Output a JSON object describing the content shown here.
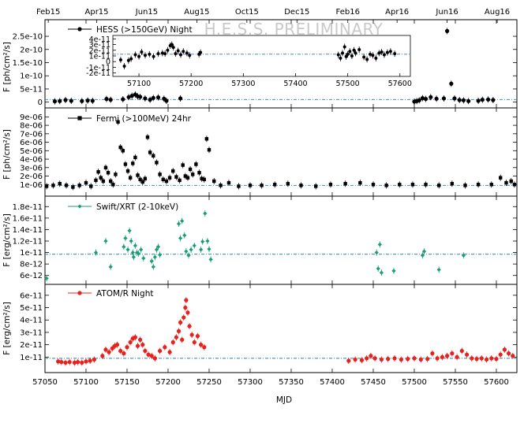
{
  "chart_data": {
    "type": "scatter",
    "x_axis": {
      "label": "MJD",
      "range": [
        57050,
        57625
      ],
      "ticks": [
        57050,
        57100,
        57150,
        57200,
        57250,
        57300,
        57350,
        57400,
        57450,
        57500,
        57550,
        57600
      ]
    },
    "top_axis": {
      "labels": [
        "Feb15",
        "Apr15",
        "Jun15",
        "Aug15",
        "Oct15",
        "Dec15",
        "Feb16",
        "Apr16",
        "Jun16",
        "Aug16"
      ],
      "positions": [
        57054,
        57113,
        57174,
        57235,
        57296,
        57357,
        57419,
        57479,
        57540,
        57601
      ]
    },
    "watermark": "H.E.S.S. PRELIMINARY",
    "panels": [
      {
        "name": "hess",
        "ylabel": "F [ph/cm²/s]",
        "legend": "HESS (>150GeV) Night",
        "color": "#000000",
        "marker": "circle",
        "ylim": [
          -1e-11,
          2.95e-10
        ],
        "yticks": [
          0,
          5e-11,
          1e-10,
          1.5e-10,
          2e-10,
          2.5e-10
        ],
        "ytick_labels": [
          "0",
          "5e-11",
          "1e-10",
          "1.5e-10",
          "2e-10",
          "2.5e-10"
        ],
        "reference_level": 1e-11,
        "x": [
          57062,
          57068,
          57075,
          57082,
          57095,
          57102,
          57108,
          57125,
          57130,
          57145,
          57152,
          57156,
          57160,
          57163,
          57166,
          57172,
          57178,
          57182,
          57188,
          57195,
          57198,
          57215,
          57500,
          57503,
          57506,
          57510,
          57514,
          57520,
          57527,
          57536,
          57540,
          57545,
          57549,
          57555,
          57560,
          57566,
          57578,
          57583,
          57590,
          57596
        ],
        "y": [
          3e-12,
          4e-12,
          8e-12,
          5e-12,
          4e-12,
          6e-12,
          5e-12,
          1.2e-11,
          9e-12,
          1.1e-11,
          1.9e-11,
          2.4e-11,
          2.9e-11,
          2.2e-11,
          2e-11,
          1.4e-11,
          9e-12,
          1.6e-11,
          1.8e-11,
          1.3e-11,
          5e-12,
          1.4e-11,
          2e-12,
          4e-12,
          7e-12,
          1.5e-11,
          1.2e-11,
          1.9e-11,
          1.3e-11,
          1.4e-11,
          2.7e-10,
          7e-11,
          1.4e-11,
          8e-12,
          7e-12,
          4e-12,
          5e-12,
          9e-12,
          1e-11,
          8e-12
        ],
        "inset": {
          "xlim": [
            57050,
            57620
          ],
          "xticks": [
            57100,
            57200,
            57300,
            57400,
            57500,
            57600
          ],
          "ylim": [
            -2.6e-11,
            4.6e-11
          ],
          "yticks": [
            -2e-11,
            -1e-11,
            0,
            1e-11,
            2e-11,
            3e-11,
            4e-11
          ],
          "ytick_labels": [
            "-2e-11",
            "-1e-11",
            "0",
            "1e-11",
            "2e-11",
            "3e-11",
            "4e-11"
          ],
          "reference_level": 1.3e-11,
          "x": [
            57065,
            57072,
            57080,
            57085,
            57093,
            57100,
            57105,
            57112,
            57120,
            57128,
            57137,
            57145,
            57150,
            57155,
            57160,
            57163,
            57166,
            57170,
            57175,
            57180,
            57185,
            57192,
            57197,
            57215,
            57218,
            57482,
            57486,
            57490,
            57494,
            57497,
            57500,
            57504,
            57508,
            57512,
            57515,
            57522,
            57531,
            57537,
            57543,
            57548,
            57554,
            57560,
            57565,
            57570,
            57576,
            57582,
            57590
          ],
          "y": [
            3e-12,
            -8e-12,
            2e-12,
            5e-12,
            1.2e-11,
            9e-12,
            1.7e-11,
            1.1e-11,
            1.3e-11,
            9e-12,
            1.4e-11,
            1.5e-11,
            1.4e-11,
            2e-11,
            2.8e-11,
            3e-11,
            2.5e-11,
            1.4e-11,
            1.9e-11,
            1.2e-11,
            1.8e-11,
            1.5e-11,
            1.1e-11,
            1.3e-11,
            1.6e-11,
            1.2e-11,
            6e-12,
            1.5e-11,
            2.6e-11,
            9e-12,
            1.3e-11,
            1.8e-11,
            1e-11,
            2e-11,
            1.5e-11,
            2.1e-11,
            8e-12,
            4e-12,
            1.3e-11,
            1.1e-11,
            6e-12,
            1.5e-11,
            1.7e-11,
            1.2e-11,
            1.6e-11,
            1.8e-11,
            1.4e-11
          ]
        }
      },
      {
        "name": "fermi",
        "ylabel": "F [ph/cm²/s]",
        "legend": "Fermi (>100MeV) 24hr",
        "color": "#000000",
        "marker": "square",
        "ylim": [
          0,
          9.5e-06
        ],
        "yticks": [
          1e-06,
          2e-06,
          3e-06,
          4e-06,
          5e-06,
          6e-06,
          7e-06,
          8e-06,
          9e-06
        ],
        "ytick_labels": [
          "1e-06",
          "2e-06",
          "3e-06",
          "4e-06",
          "5e-06",
          "6e-06",
          "7e-06",
          "8e-06",
          "9e-06"
        ],
        "reference_level": 9e-07,
        "x": [
          57052,
          57060,
          57068,
          57076,
          57084,
          57092,
          57100,
          57106,
          57112,
          57115,
          57118,
          57121,
          57124,
          57127,
          57130,
          57133,
          57136,
          57139,
          57142,
          57145,
          57148,
          57151,
          57154,
          57157,
          57160,
          57163,
          57166,
          57169,
          57172,
          57175,
          57178,
          57182,
          57186,
          57190,
          57194,
          57198,
          57202,
          57206,
          57210,
          57214,
          57218,
          57221,
          57224,
          57227,
          57230,
          57234,
          57238,
          57241,
          57244,
          57247,
          57250,
          57256,
          57264,
          57274,
          57286,
          57300,
          57314,
          57330,
          57346,
          57362,
          57380,
          57398,
          57416,
          57434,
          57450,
          57466,
          57482,
          57498,
          57514,
          57530,
          57546,
          57562,
          57578,
          57594,
          57605,
          57612,
          57618,
          57622
        ],
        "y": [
          8e-07,
          9e-07,
          1.1e-06,
          9e-07,
          7e-07,
          9e-07,
          1.2e-06,
          8e-07,
          1.5e-06,
          2.5e-06,
          1.8e-06,
          1.4e-06,
          3e-06,
          2.4e-06,
          1.4e-06,
          1e-06,
          2.2e-06,
          8.4e-06,
          5.4e-06,
          5e-06,
          3.4e-06,
          2.6e-06,
          1.8e-06,
          3.5e-06,
          4.2e-06,
          2.1e-06,
          1.6e-06,
          1.3e-06,
          1.7e-06,
          6.6e-06,
          4.8e-06,
          4.4e-06,
          3.6e-06,
          2.2e-06,
          1.6e-06,
          1.4e-06,
          1.8e-06,
          2.6e-06,
          1.9e-06,
          1.5e-06,
          3.3e-06,
          2e-06,
          1.8e-06,
          2.8e-06,
          2.2e-06,
          3.4e-06,
          2.4e-06,
          1.7e-06,
          1.6e-06,
          6.4e-06,
          5.1e-06,
          1.4e-06,
          9e-07,
          1.2e-06,
          8e-07,
          9e-07,
          9e-07,
          1e-06,
          1.1e-06,
          9e-07,
          8e-07,
          1e-06,
          1.1e-06,
          1.2e-06,
          1e-06,
          9e-07,
          1e-06,
          1e-06,
          1e-06,
          9e-07,
          1.1e-06,
          9e-07,
          1e-06,
          1e-06,
          1.8e-06,
          1.2e-06,
          1.4e-06,
          1e-06
        ]
      },
      {
        "name": "swift",
        "ylabel": "F [erg/cm²/s]",
        "legend": "Swift/XRT (2-10keV)",
        "color": "#1a9e77",
        "marker": "diamond",
        "ylim": [
          5e-12,
          1.9e-11
        ],
        "yticks": [
          6e-12,
          8e-12,
          1e-11,
          1.2e-11,
          1.4e-11,
          1.6e-11,
          1.8e-11
        ],
        "ytick_labels": [
          "6e-12",
          "8e-12",
          "1e-11",
          "1.2e-11",
          "1.4e-11",
          "1.6e-11",
          "1.8e-11"
        ],
        "reference_level": 9.7e-12,
        "x": [
          57052,
          57112,
          57124,
          57130,
          57146,
          57148,
          57151,
          57153,
          57155,
          57157,
          57158,
          57160,
          57162,
          57164,
          57167,
          57170,
          57180,
          57182,
          57184,
          57186,
          57188,
          57190,
          57213,
          57215,
          57217,
          57220,
          57222,
          57225,
          57228,
          57232,
          57240,
          57242,
          57245,
          57248,
          57250,
          57252,
          57454,
          57456,
          57458,
          57460,
          57475,
          57510,
          57512,
          57530,
          57560
        ],
        "y": [
          5.5e-12,
          1e-11,
          1.2e-11,
          7.5e-12,
          1.1e-11,
          1.25e-11,
          1.05e-11,
          1.38e-11,
          1.2e-11,
          1e-11,
          9.2e-12,
          1.12e-11,
          1e-11,
          9.8e-12,
          1.05e-11,
          9e-12,
          8.5e-12,
          7.5e-12,
          9.2e-12,
          1.05e-11,
          1.1e-11,
          9.6e-12,
          1.5e-11,
          1.25e-11,
          1.55e-11,
          1.3e-11,
          1.02e-11,
          9.5e-12,
          1.05e-11,
          1.12e-11,
          1.05e-11,
          1.19e-11,
          1.68e-11,
          1.2e-11,
          1.06e-11,
          8.8e-12,
          1e-11,
          7.2e-12,
          1.14e-11,
          6.5e-12,
          6.8e-12,
          9.5e-12,
          1.02e-11,
          7e-12,
          9.5e-12
        ]
      },
      {
        "name": "atom",
        "ylabel": "F [erg/cm²/s]",
        "legend": "ATOM/R Night",
        "color": "#e8211c",
        "marker": "circle",
        "ylim": [
          0,
          6.5e-11
        ],
        "yticks": [
          1e-11,
          2e-11,
          3e-11,
          4e-11,
          5e-11,
          6e-11
        ],
        "ytick_labels": [
          "1e-11",
          "2e-11",
          "3e-11",
          "4e-11",
          "5e-11",
          "6e-11"
        ],
        "reference_level": 9e-12,
        "x": [
          57066,
          57070,
          57075,
          57080,
          57086,
          57090,
          57095,
          57100,
          57105,
          57110,
          57120,
          57124,
          57128,
          57132,
          57135,
          57138,
          57142,
          57146,
          57150,
          57154,
          57157,
          57160,
          57163,
          57166,
          57169,
          57172,
          57176,
          57180,
          57184,
          57190,
          57196,
          57202,
          57206,
          57210,
          57213,
          57215,
          57217,
          57219,
          57221,
          57222,
          57224,
          57226,
          57229,
          57232,
          57236,
          57240,
          57244,
          57420,
          57428,
          57436,
          57442,
          57447,
          57452,
          57460,
          57468,
          57476,
          57484,
          57492,
          57500,
          57508,
          57516,
          57522,
          57528,
          57534,
          57540,
          57546,
          57552,
          57558,
          57564,
          57570,
          57576,
          57582,
          57588,
          57594,
          57600,
          57605,
          57610,
          57615,
          57620
        ],
        "y": [
          6.5e-12,
          6e-12,
          5.5e-12,
          6e-12,
          5.5e-12,
          6e-12,
          5.5e-12,
          6.5e-12,
          7e-12,
          8e-12,
          1.1e-11,
          1.6e-11,
          1.4e-11,
          1.7e-11,
          1.9e-11,
          2e-11,
          1.5e-11,
          1.3e-11,
          1.8e-11,
          2.2e-11,
          2.5e-11,
          2.6e-11,
          1.9e-11,
          2.4e-11,
          2e-11,
          1.5e-11,
          1.2e-11,
          1.1e-11,
          9e-12,
          1.5e-11,
          1.8e-11,
          1.4e-11,
          2.2e-11,
          2.6e-11,
          3.1e-11,
          3.8e-11,
          2.4e-11,
          4.2e-11,
          5e-11,
          5.6e-11,
          4.6e-11,
          3.5e-11,
          2.8e-11,
          2.2e-11,
          2.7e-11,
          2e-11,
          1.8e-11,
          7e-12,
          8e-12,
          7.5e-12,
          9e-12,
          1.1e-11,
          9e-12,
          8e-12,
          8.5e-12,
          9e-12,
          8e-12,
          8.5e-12,
          9e-12,
          8e-12,
          8.5e-12,
          1.3e-11,
          9e-12,
          1e-11,
          1.1e-11,
          1.3e-11,
          1e-11,
          1.5e-11,
          1.2e-11,
          9e-12,
          8.5e-12,
          9e-12,
          8e-12,
          9e-12,
          8.5e-12,
          1.2e-11,
          1.6e-11,
          1.3e-11,
          1.1e-11
        ]
      }
    ]
  }
}
